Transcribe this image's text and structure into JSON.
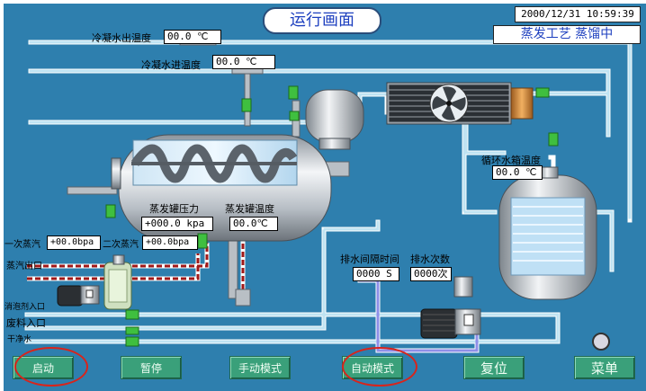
{
  "header": {
    "title": "运行画面",
    "datetime": "2000/12/31 10:59:39",
    "process_status": "蒸发工艺 蒸馏中"
  },
  "readouts": {
    "condenser_out_temp": {
      "label": "冷凝水出温度",
      "value": "00.0 ℃"
    },
    "condenser_in_temp": {
      "label": "冷凝水进温度",
      "value": "00.0 ℃"
    },
    "evaporator_pressure": {
      "label": "蒸发罐压力",
      "value": "+000.0 kpa"
    },
    "evaporator_temp": {
      "label": "蒸发罐温度",
      "value": "00.0℃"
    },
    "circ_tank_temp": {
      "label": "循环水箱温度",
      "value": "00.0 ℃"
    },
    "primary_steam": {
      "label": "一次蒸汽",
      "value": "+00.0bpa"
    },
    "secondary_steam": {
      "label": "二次蒸汽",
      "value": "+00.0bpa"
    },
    "drain_interval": {
      "label": "排水间隔时间",
      "value": "0000 S"
    },
    "drain_count": {
      "label": "排水次数",
      "value": "0000次"
    }
  },
  "pipe_labels": {
    "steam_outlet": "蒸汽出口",
    "cleaning_agent_inlet": "消泡剂入口",
    "waste_inlet": "废料入口",
    "clean_water": "干净水"
  },
  "buttons": {
    "start": "启动",
    "pause": "暂停",
    "manual": "手动模式",
    "auto": "自动模式",
    "reset": "复位",
    "menu": "菜单"
  },
  "colors": {
    "background": "#2e7fae",
    "pipe_water": "#bfe3f2",
    "pipe_steam": "#a01818",
    "valve": "#3fbf3f",
    "button": "#3aa07a",
    "highlight_ring": "#d9241b"
  }
}
